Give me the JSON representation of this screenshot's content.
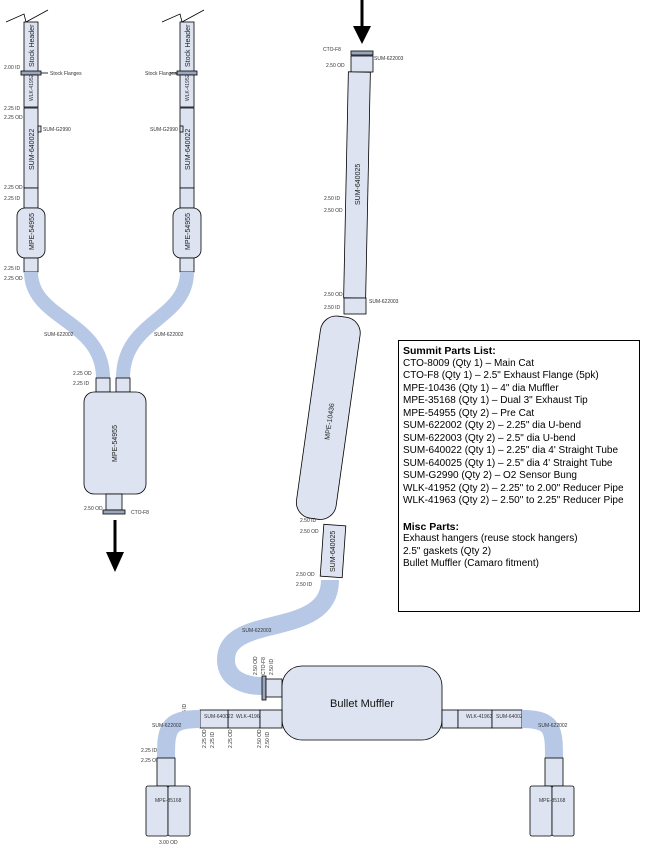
{
  "labels": {
    "stock_header": "Stock Header",
    "stock_flanges": "Stock Flanges",
    "d200id": "2.00 ID",
    "d225id": "2.25 ID",
    "d225od": "2.25 OD",
    "d250od": "2.50 OD",
    "d250id": "2.50 ID",
    "d300od": "3.00 OD",
    "wlk41952": "WLK-41952",
    "wlk41963": "WLK-41963",
    "sum640022": "SUM-640022",
    "sum640025": "SUM-640025",
    "sumg2990": "SUM-G2990",
    "mpe54955": "MPE-54955",
    "mpe10436": "MPE-10436",
    "mpe35168": "MPE-35168",
    "sum622002": "SUM-622002",
    "sum622003": "SUM-622003",
    "ctof8": "CTO-F8",
    "bullet_muffler": "Bullet Muffler"
  },
  "parts_list": {
    "title": "Summit Parts List:",
    "items": [
      "CTO-8009 (Qty 1) – Main Cat",
      "CTO-F8 (Qty 1) – 2.5\" Exhaust Flange (5pk)",
      "MPE-10436 (Qty 1) – 4\" dia Muffler",
      "MPE-35168 (Qty 1) – Dual 3\" Exhaust Tip",
      "MPE-54955 (Qty 2) – Pre Cat",
      "SUM-622002 (Qty 2) – 2.25\" dia U-bend",
      "SUM-622003 (Qty 2) – 2.5\" dia U-bend",
      "SUM-640022 (Qty 1) – 2.25\" dia 4' Straight Tube",
      "SUM-640025 (Qty 1) – 2.5\" dia 4' Straight Tube",
      "SUM-G2990 (Qty 2) – O2 Sensor Bung",
      "WLK-41952 (Qty 2) – 2.25\" to 2.00\" Reducer Pipe",
      "WLK-41963 (Qty 2) – 2.50\" to 2.25\" Reducer Pipe"
    ],
    "misc_title": "Misc Parts:",
    "misc_items": [
      "Exhaust hangers (reuse stock hangers)",
      "2.5\" gaskets (Qty 2)",
      "Bullet Muffler (Camaro fitment)"
    ]
  },
  "colors": {
    "pipe_fill": "#dde3f1",
    "bend_fill": "#b6c8e6",
    "stroke": "#000000"
  }
}
